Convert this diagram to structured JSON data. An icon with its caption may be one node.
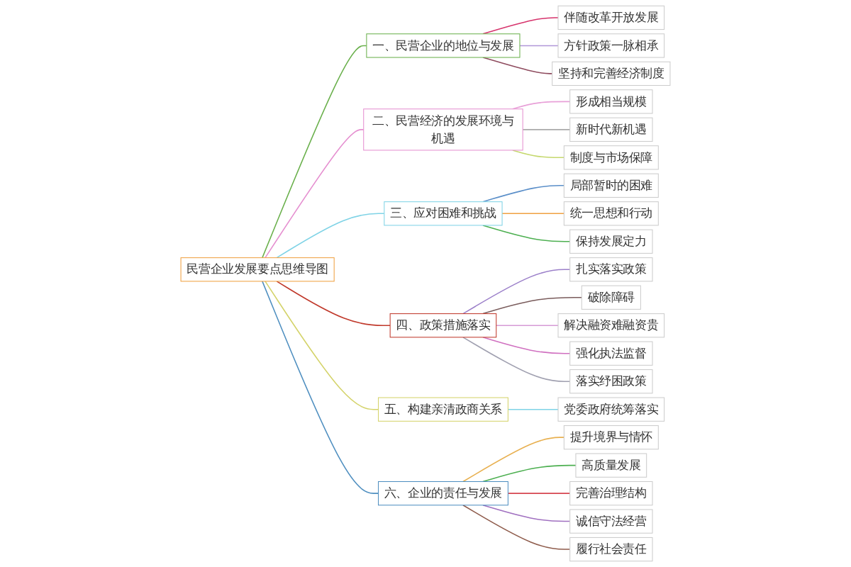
{
  "diagram": {
    "nodes": [
      {
        "text": [
          "民营企业发展要点思维导图"
        ]
      },
      {
        "text": [
          "一、民营企业的地位与发展"
        ]
      },
      {
        "text": [
          "伴随改革开放发展"
        ]
      },
      {
        "text": [
          "方针政策一脉相承"
        ]
      },
      {
        "text": [
          "坚持和完善经济制度"
        ]
      },
      {
        "text": [
          "二、民营经济的发展环境与机遇"
        ]
      },
      {
        "text": [
          "形成相当规模"
        ]
      },
      {
        "text": [
          "新时代新机遇"
        ]
      },
      {
        "text": [
          "制度与市场保障"
        ]
      },
      {
        "text": [
          "三、应对困难和挑战"
        ]
      },
      {
        "text": [
          "局部暂时的困难"
        ]
      },
      {
        "text": [
          "统一思想和行动"
        ]
      },
      {
        "text": [
          "保持发展定力"
        ]
      },
      {
        "text": [
          "四、政策措施落实"
        ]
      },
      {
        "text": [
          "扎实落实政策"
        ]
      },
      {
        "text": [
          "破除障碍"
        ]
      },
      {
        "text": [
          "解决融资难融资贵"
        ]
      },
      {
        "text": [
          "强化执法监督"
        ]
      },
      {
        "text": [
          "落实纾困政策"
        ]
      },
      {
        "text": [
          "五、构建亲清政商关系"
        ]
      },
      {
        "text": [
          "党委政府统筹落实"
        ]
      },
      {
        "text": [
          "六、企业的责任与发展"
        ]
      },
      {
        "text": [
          "提升境界与情怀"
        ]
      },
      {
        "text": [
          "高质量发展"
        ]
      },
      {
        "text": [
          "完善治理结构"
        ]
      },
      {
        "text": [
          "诚信守法经营"
        ]
      },
      {
        "text": [
          "履行社会责任"
        ]
      }
    ],
    "edges": [
      {
        "from": 0,
        "to": 1,
        "arrow": "none",
        "color": "#6ab04c"
      },
      {
        "from": 1,
        "to": 2,
        "arrow": "none",
        "color": "#d6336c"
      },
      {
        "from": 1,
        "to": 3,
        "arrow": "none",
        "color": "#b197d8"
      },
      {
        "from": 1,
        "to": 4,
        "arrow": "none",
        "color": "#8e4b5e"
      },
      {
        "from": 0,
        "to": 5,
        "arrow": "none",
        "color": "#e58fd0"
      },
      {
        "from": 5,
        "to": 6,
        "arrow": "none",
        "color": "#e8a0d8"
      },
      {
        "from": 5,
        "to": 7,
        "arrow": "none",
        "color": "#aaaaaa"
      },
      {
        "from": 5,
        "to": 8,
        "arrow": "none",
        "color": "#c5d86d"
      },
      {
        "from": 0,
        "to": 9,
        "arrow": "none",
        "color": "#7fd3e6"
      },
      {
        "from": 9,
        "to": 10,
        "arrow": "none",
        "color": "#5b8fc9"
      },
      {
        "from": 9,
        "to": 11,
        "arrow": "none",
        "color": "#f0a040"
      },
      {
        "from": 9,
        "to": 12,
        "arrow": "none",
        "color": "#4caf50"
      },
      {
        "from": 0,
        "to": 13,
        "arrow": "none",
        "color": "#c0392b"
      },
      {
        "from": 13,
        "to": 14,
        "arrow": "none",
        "color": "#9b7fc9"
      },
      {
        "from": 13,
        "to": 15,
        "arrow": "none",
        "color": "#7a5c5c"
      },
      {
        "from": 13,
        "to": 16,
        "arrow": "none",
        "color": "#d69ad6"
      },
      {
        "from": 13,
        "to": 17,
        "arrow": "none",
        "color": "#d070c0"
      },
      {
        "from": 13,
        "to": 18,
        "arrow": "none",
        "color": "#a0a0b0"
      },
      {
        "from": 0,
        "to": 19,
        "arrow": "none",
        "color": "#d4d36a"
      },
      {
        "from": 19,
        "to": 20,
        "arrow": "none",
        "color": "#7fd3e6"
      },
      {
        "from": 0,
        "to": 21,
        "arrow": "none",
        "color": "#4f8fc0"
      },
      {
        "from": 21,
        "to": 22,
        "arrow": "none",
        "color": "#e8b050"
      },
      {
        "from": 21,
        "to": 23,
        "arrow": "none",
        "color": "#4caf50"
      },
      {
        "from": 21,
        "to": 24,
        "arrow": "none",
        "color": "#d64550"
      },
      {
        "from": 21,
        "to": 25,
        "arrow": "none",
        "color": "#a070c0"
      },
      {
        "from": 21,
        "to": 26,
        "arrow": "none",
        "color": "#8e5b4b"
      }
    ]
  }
}
